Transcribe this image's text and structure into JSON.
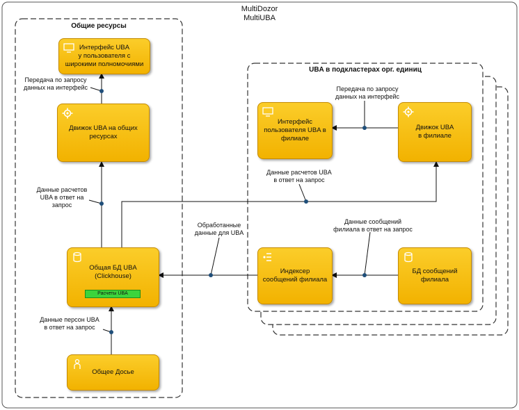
{
  "header": {
    "line1": "MultiDozor",
    "line2": "MultiUBA"
  },
  "groups": {
    "shared": {
      "title": "Общие ресурсы"
    },
    "branches": {
      "title": "UBA в подкластерах орг. единиц"
    }
  },
  "nodes": {
    "uba_interface_admin": {
      "line1": "Интерфейс UBA",
      "line2": "у пользователя с",
      "line3": "широкими полномочиями"
    },
    "uba_engine_shared": {
      "line1": "Движок UBA на общих",
      "line2": "ресурсах"
    },
    "uba_db_shared": {
      "line1": "Общая БД UBA",
      "line2": "(Clickhouse)",
      "badge": "Расчеты UBA"
    },
    "common_dossier": {
      "line1": "Общее Досье"
    },
    "branch_user_interface": {
      "line1": "Интерфейс",
      "line2": "пользователя UBA в",
      "line3": "филиале"
    },
    "branch_engine": {
      "line1": "Движок UBA",
      "line2": "в филиале"
    },
    "branch_indexer": {
      "line1": "Индексер",
      "line2": "сообщений филиала"
    },
    "branch_messages_db": {
      "line1": "БД сообщений",
      "line2": "филиала"
    }
  },
  "edges": {
    "shared_engine_to_interface": {
      "line1": "Передача по запросу",
      "line2": "данных на интерфейс"
    },
    "shared_db_to_engine": {
      "line1": "Данные расчетов",
      "line2": "UBA в ответ на",
      "line3": "запрос"
    },
    "dossier_to_db": {
      "line1": "Данные персон UBA",
      "line2": "в ответ на запрос"
    },
    "branch_engine_to_interface": {
      "line1": "Передача по запросу",
      "line2": "данных на интерфейс"
    },
    "db_to_branch_engine": {
      "line1": "Данные расчетов UBA",
      "line2": "в ответ на запрос"
    },
    "indexer_to_db": {
      "line1": "Обработанные",
      "line2": "данные для UBA"
    },
    "messages_to_indexer": {
      "line1": "Данные сообщений",
      "line2": "филиала в ответ на запрос"
    }
  },
  "colors": {
    "node_fill": "#f5b800",
    "badge": "#3cd43c",
    "connector": "#1f4e79"
  },
  "icons": {
    "uba_interface_admin": "monitor-icon",
    "uba_engine_shared": "engine-icon",
    "uba_db_shared": "database-icon",
    "common_dossier": "person-icon",
    "branch_user_interface": "monitor-icon",
    "branch_engine": "engine-icon",
    "branch_indexer": "indexer-icon",
    "branch_messages_db": "database-icon"
  }
}
